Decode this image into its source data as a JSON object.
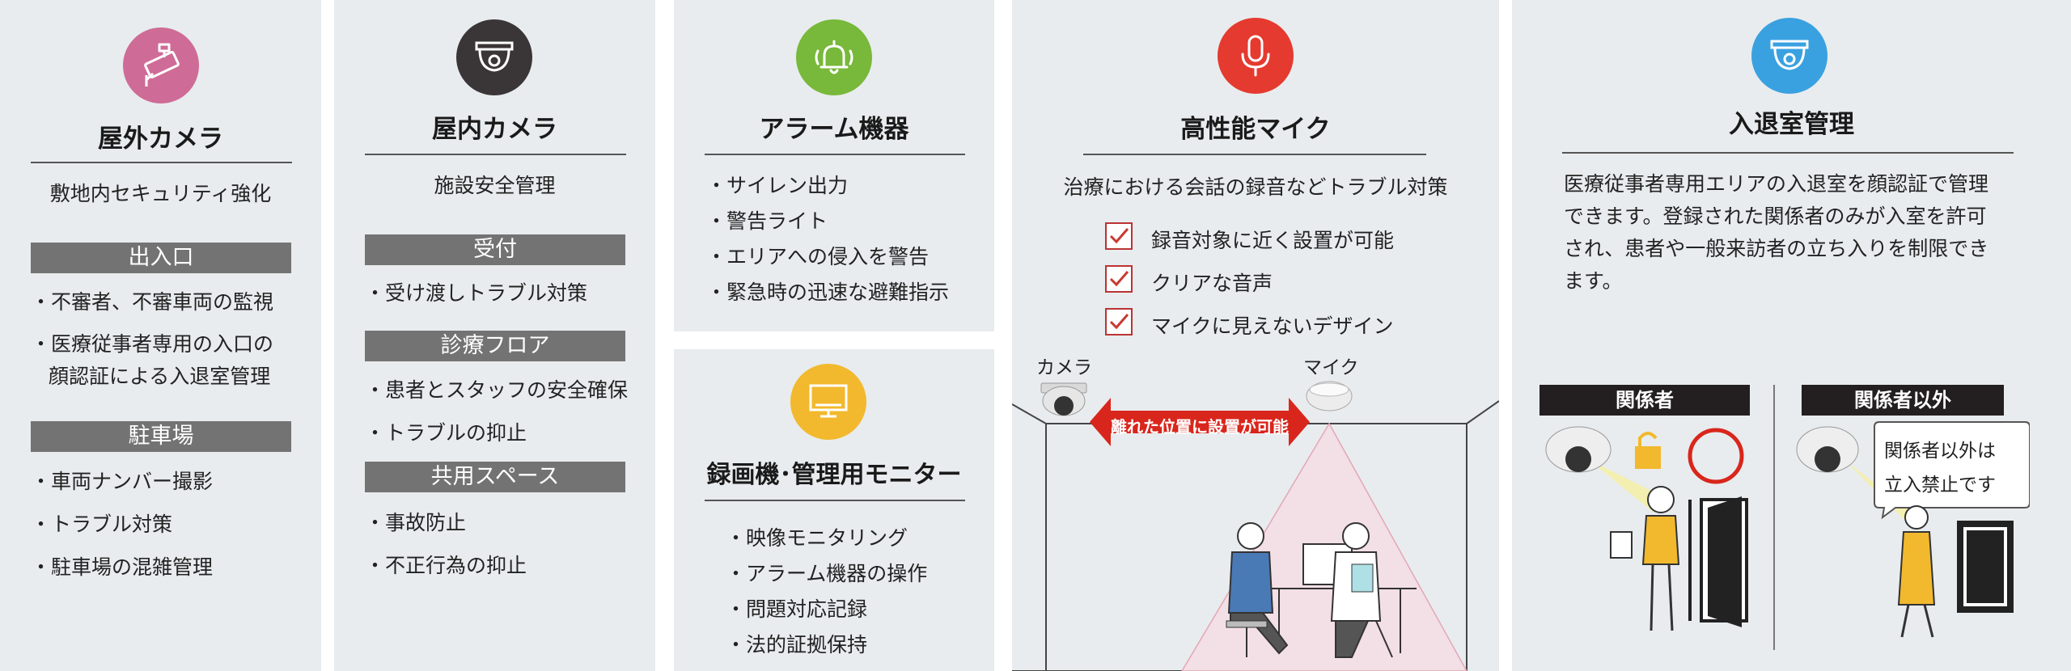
{
  "panels": {
    "outdoor": {
      "title": "屋外カメラ",
      "subtitle": "敷地内セキュリティ強化",
      "sections": [
        {
          "header": "出入口",
          "items": [
            "・不審者、不審車両の監視",
            "・医療従事者専用の入口の",
            "顔認証による入退室管理"
          ]
        },
        {
          "header": "駐車場",
          "items": [
            "・車両ナンバー撮影",
            "・トラブル対策",
            "・駐車場の混雑管理"
          ]
        }
      ],
      "icon_color": "#cf6b97",
      "icon": "outdoor-camera-icon"
    },
    "indoor": {
      "title": "屋内カメラ",
      "subtitle": "施設安全管理",
      "sections": [
        {
          "header": "受付",
          "items": [
            "・受け渡しトラブル対策"
          ]
        },
        {
          "header": "診療フロア",
          "items": [
            "・患者とスタッフの安全確保",
            "・トラブルの抑止"
          ]
        },
        {
          "header": "共用スペース",
          "items": [
            "・事故防止",
            "・不正行為の抑止"
          ]
        }
      ],
      "icon_color": "#3a3536",
      "icon": "dome-camera-icon"
    },
    "alarm": {
      "title": "アラーム機器",
      "items": [
        "・サイレン出力",
        "・警告ライト",
        "・エリアへの侵入を警告",
        "・緊急時の迅速な避難指示"
      ],
      "icon_color": "#78b83a",
      "icon": "bell-icon"
    },
    "recorder": {
      "title": "録画機･管理用モニター",
      "items": [
        "・映像モニタリング",
        "・アラーム機器の操作",
        "・問題対応記録",
        "・法的証拠保持"
      ],
      "icon_color": "#f2b92e",
      "icon": "monitor-icon"
    },
    "mic": {
      "title": "高性能マイク",
      "subtitle": "治療における会話の録音などトラブル対策",
      "checks": [
        "録音対象に近く設置が可能",
        "クリアな音声",
        "マイクに見えないデザイン"
      ],
      "camera_label": "カメラ",
      "mic_label": "マイク",
      "arrow_label": "離れた位置に設置が可能",
      "icon_color": "#e53a2f",
      "icon": "microphone-icon"
    },
    "access": {
      "title": "入退室管理",
      "paragraph": "医療従事者専用エリアの入退室を顔認証で管理できます。登録された関係者のみが入室を許可され、患者や一般来訪者の立ち入りを制限できます。",
      "left_label": "関係者",
      "right_label": "関係者以外",
      "speech": [
        "関係者以外は",
        "立入禁止です"
      ],
      "icon_color": "#3aa1e0",
      "icon": "dome-camera-icon"
    }
  }
}
